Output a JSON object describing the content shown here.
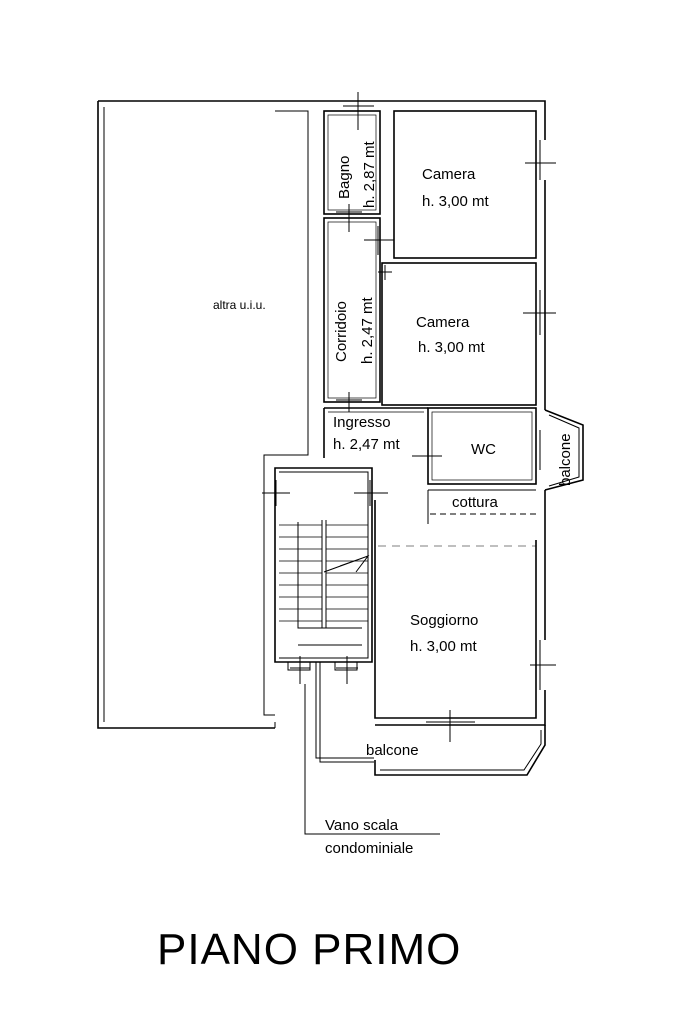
{
  "plan": {
    "title": "PIANO PRIMO",
    "rooms": {
      "other_unit": "altra u.i.u.",
      "bagno_name": "Bagno",
      "bagno_height": "h. 2,87 mt",
      "camera1_name": "Camera",
      "camera1_height": "h. 3,00 mt",
      "corridoio_name": "Corridoio",
      "corridoio_height": "h. 2,47 mt",
      "camera2_name": "Camera",
      "camera2_height": "h. 3,00 mt",
      "ingresso_name": "Ingresso",
      "ingresso_height": "h. 2,47 mt",
      "wc_name": "WC",
      "balcone_side": "balcone",
      "cottura_name": "cottura",
      "soggiorno_name": "Soggiorno",
      "soggiorno_height": "h. 3,00 mt",
      "balcone_bottom": "balcone"
    },
    "stair_note_line1": "Vano scala",
    "stair_note_line2": "condominiale"
  }
}
